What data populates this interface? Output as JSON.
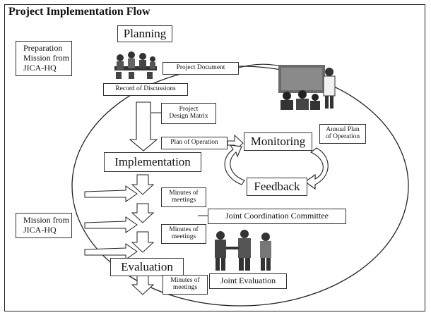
{
  "title": "Project Implementation Flow",
  "phases": {
    "planning": "Planning",
    "implementation": "Implementation",
    "monitoring": "Monitoring",
    "feedback": "Feedback",
    "evaluation": "Evaluation"
  },
  "documents": {
    "project_document": "Project Document",
    "record_of_discussions": "Record of Discussions",
    "pdm": "Project\nDesign Matrix",
    "plan_of_operation": "Plan of Operation",
    "annual_plan": "Annual Plan\nof Operation",
    "minutes_1": "Minutes of\nmeetings",
    "minutes_2": "Minutes of\nmeetings",
    "minutes_3": "Minutes of\nmeetings",
    "jcc": "Joint Coordination Committee",
    "joint_evaluation": "Joint Evaluation"
  },
  "missions": {
    "preparation": "Preparation\nMission from\nJICA-HQ",
    "mission": "Mission from\nJICA-HQ"
  },
  "illustrations": [
    "meeting-people-icon",
    "classroom-teacher-icon",
    "handshake-people-icon"
  ]
}
